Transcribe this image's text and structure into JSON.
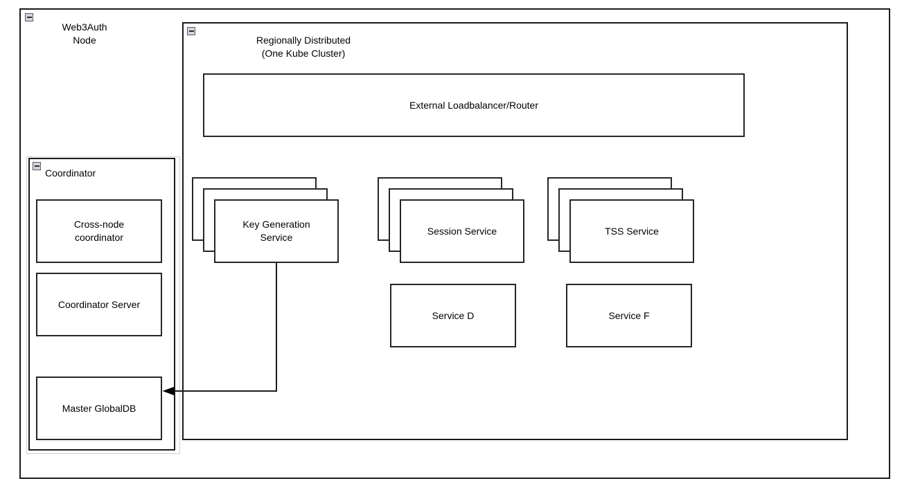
{
  "diagram": {
    "title_outer": "Web3Auth\nNode",
    "icons": {
      "collapse": "minus-collapse-icon"
    },
    "outer_node": {
      "label": "Web3Auth\nNode"
    },
    "cluster": {
      "label": "Regionally Distributed\n(One Kube Cluster)"
    },
    "coordinator": {
      "label": "Coordinator",
      "children": [
        {
          "label": "Cross-node\ncoordinator"
        },
        {
          "label": "Coordinator Server"
        },
        {
          "label": "Master GlobalDB"
        }
      ]
    },
    "loadbalancer": {
      "label": "External Loadbalancer/Router"
    },
    "service_stacks": [
      {
        "label": "Key Generation\nService",
        "replicas": 3
      },
      {
        "label": "Session Service",
        "replicas": 3
      },
      {
        "label": "TSS Service",
        "replicas": 3
      }
    ],
    "plain_services": [
      {
        "label": "Service D"
      },
      {
        "label": "Service F"
      }
    ],
    "connections": [
      {
        "from": "Key Generation Service",
        "to": "Master GlobalDB",
        "arrow": "to"
      }
    ],
    "colors": {
      "stroke": "#262626",
      "container_stroke": "#1a1a1a",
      "background": "#ffffff",
      "icon_fill": "#d4d4dc",
      "icon_stroke": "#59595f"
    }
  }
}
